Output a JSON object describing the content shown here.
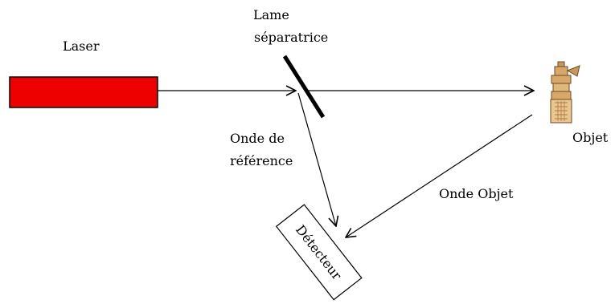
{
  "labels": {
    "laser": "Laser",
    "beam_splitter_line1": "Lame",
    "beam_splitter_line2": "séparatrice",
    "reference_wave_line1": "Onde de",
    "reference_wave_line2": "référence",
    "object": "Objet",
    "object_wave": "Onde Objet",
    "detector": "Détecteur"
  },
  "colors": {
    "laser": "#ee0000",
    "ink": "#000000",
    "object_fill": "#d8a868"
  }
}
